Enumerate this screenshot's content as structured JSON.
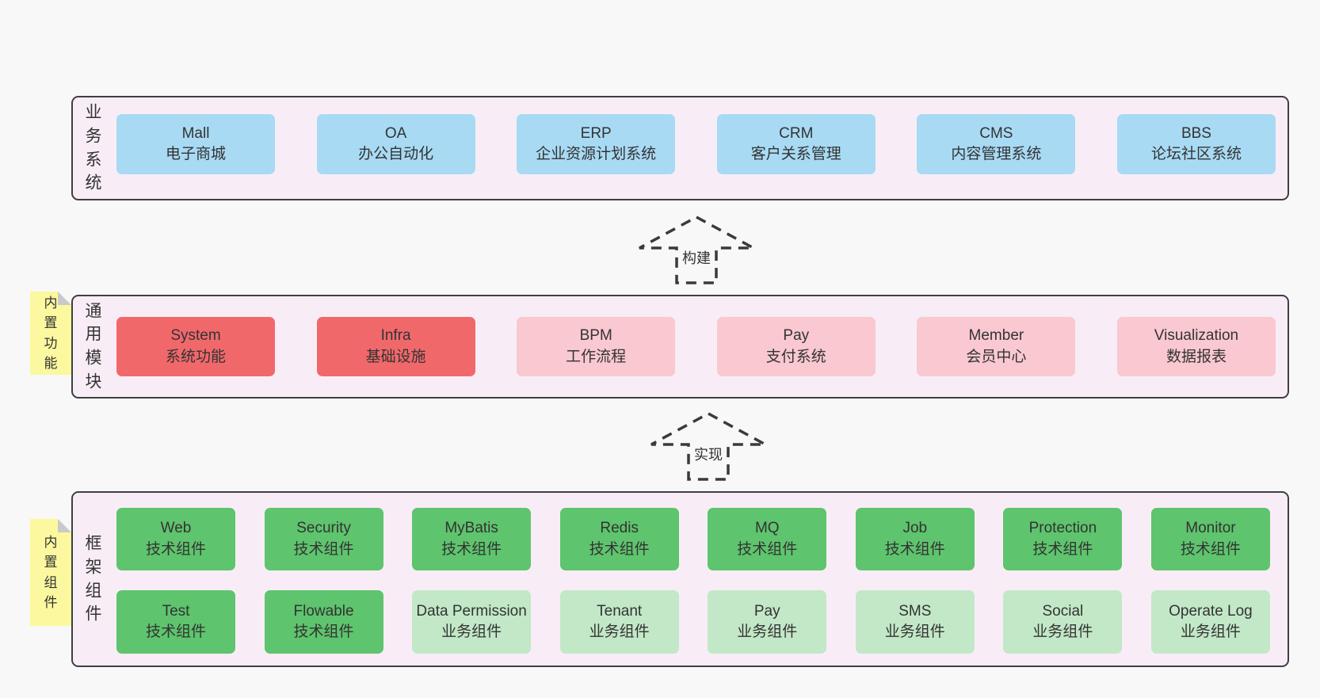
{
  "colors": {
    "background": "#f8f8f8",
    "layer_fill": "#f8edf6",
    "layer_border": "#3f3f3f",
    "box_blue": "#a8daf4",
    "box_red": "#f1686b",
    "box_pink": "#f9c8d0",
    "box_green_dark": "#5ec46d",
    "box_green_light": "#c2e8c7",
    "note_yellow": "#fbf89f",
    "note_fold_gray": "#c9c9c9",
    "text": "#333333"
  },
  "arrow1": {
    "label": "构建"
  },
  "arrow2": {
    "label": "实现"
  },
  "layer1": {
    "label": "业务系统",
    "boxes": [
      {
        "name": "Mall",
        "desc": "电子商城"
      },
      {
        "name": "OA",
        "desc": "办公自动化"
      },
      {
        "name": "ERP",
        "desc": "企业资源计划系统"
      },
      {
        "name": "CRM",
        "desc": "客户关系管理"
      },
      {
        "name": "CMS",
        "desc": "内容管理系统"
      },
      {
        "name": "BBS",
        "desc": "论坛社区系统"
      }
    ]
  },
  "layer2": {
    "label": "通用模块",
    "note": "内置功能",
    "boxes": [
      {
        "name": "System",
        "desc": "系统功能"
      },
      {
        "name": "Infra",
        "desc": "基础设施"
      },
      {
        "name": "BPM",
        "desc": "工作流程"
      },
      {
        "name": "Pay",
        "desc": "支付系统"
      },
      {
        "name": "Member",
        "desc": "会员中心"
      },
      {
        "name": "Visualization",
        "desc": "数据报表"
      }
    ]
  },
  "layer3": {
    "label": "框架组件",
    "note": "内置组件",
    "row1": [
      {
        "name": "Web",
        "desc": "技术组件"
      },
      {
        "name": "Security",
        "desc": "技术组件"
      },
      {
        "name": "MyBatis",
        "desc": "技术组件"
      },
      {
        "name": "Redis",
        "desc": "技术组件"
      },
      {
        "name": "MQ",
        "desc": "技术组件"
      },
      {
        "name": "Job",
        "desc": "技术组件"
      },
      {
        "name": "Protection",
        "desc": "技术组件"
      },
      {
        "name": "Monitor",
        "desc": "技术组件"
      }
    ],
    "row2": [
      {
        "name": "Test",
        "desc": "技术组件"
      },
      {
        "name": "Flowable",
        "desc": "技术组件"
      },
      {
        "name": "Data Permission",
        "desc": "业务组件"
      },
      {
        "name": "Tenant",
        "desc": "业务组件"
      },
      {
        "name": "Pay",
        "desc": "业务组件"
      },
      {
        "name": "SMS",
        "desc": "业务组件"
      },
      {
        "name": "Social",
        "desc": "业务组件"
      },
      {
        "name": "Operate Log",
        "desc": "业务组件"
      }
    ]
  }
}
